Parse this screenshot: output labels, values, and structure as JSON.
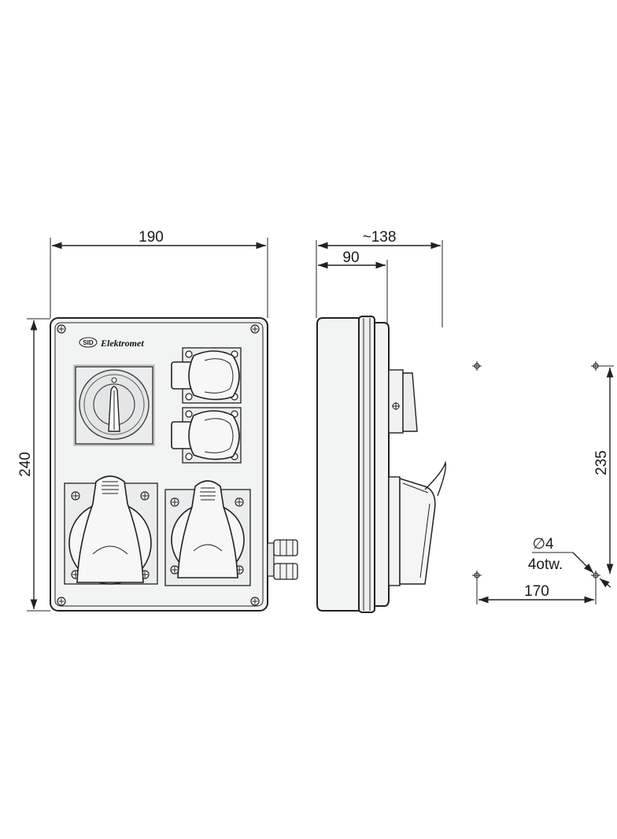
{
  "brand": {
    "badge": "SID",
    "name": "Elektromet"
  },
  "dimensions": {
    "width": "190",
    "height": "240",
    "depth_total": "~138",
    "depth_body": "90",
    "hole_spacing_vertical": "235",
    "hole_spacing_horizontal": "170",
    "hole_diameter": "∅4",
    "hole_count": "4otw."
  },
  "colors": {
    "line": "#222222",
    "body_fill": "#f2f3f3",
    "panel_fill": "#ebeced"
  }
}
